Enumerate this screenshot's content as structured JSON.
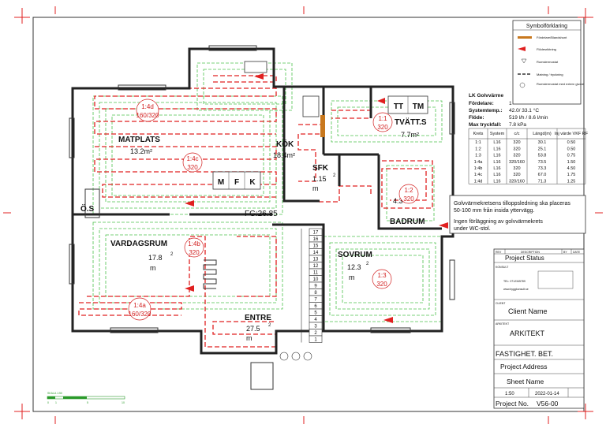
{
  "legend": {
    "title": "Symbolförklaring",
    "items": [
      "Fördelare/Blandshunt",
      "Flödesriktning",
      "Rumstermostat",
      "Matning / tryckning",
      "Rumstermostat med extern givare"
    ]
  },
  "system_info": {
    "title": "LK Golvvärme",
    "rows": [
      {
        "label": "Fördelare:",
        "value": "1"
      },
      {
        "label": "Systemtemp.:",
        "value": "42.0/ 33.1 °C"
      },
      {
        "label": "Flöde:",
        "value": "519 l/h / 8.6 l/min"
      },
      {
        "label": "Max tryckfall:",
        "value": "7.8 kPa"
      }
    ]
  },
  "circuits_table": {
    "headers": [
      "Krets",
      "System",
      "c/c",
      "Längd(m)",
      "Inj värde VKF RF"
    ],
    "rows": [
      [
        "1:1",
        "L16",
        "320",
        "30.1",
        "0.50"
      ],
      [
        "1:2",
        "L16",
        "320",
        "25.1",
        "0.50"
      ],
      [
        "1:3",
        "L16",
        "320",
        "53.8",
        "0.75"
      ],
      [
        "1:4a",
        "L16",
        "320/160",
        "73.5",
        "1.50"
      ],
      [
        "1:4b",
        "L16",
        "320",
        "73.3",
        "4.50"
      ],
      [
        "1:4c",
        "L16",
        "320",
        "67.0",
        "1.75"
      ],
      [
        "1:4d",
        "L16",
        "320/160",
        "71.3",
        "1.25"
      ]
    ]
  },
  "notes": {
    "line1": "Golvvärmekretsens tilloppsledning ska placeras",
    "line2": "50-100 mm från insida yttervägg.",
    "line3": "Ingen förläggning av golvvärmekrets",
    "line4": "under WC-stol."
  },
  "rooms": [
    {
      "name": "MATPLATS",
      "area": "13.2m²"
    },
    {
      "name": "KÖK",
      "area": "18.4m²"
    },
    {
      "name": "SFK",
      "area": "1.15"
    },
    {
      "name": "TVÄTT.S",
      "area": "7.7m²"
    },
    {
      "name": "Ö.S",
      "area": ""
    },
    {
      "name": "VARDAGSRUM",
      "area": "17.8"
    },
    {
      "name": "BADRUM",
      "area": "4.3"
    },
    {
      "name": "SOVRUM",
      "area": "12.3"
    },
    {
      "name": "ENTRE",
      "area": "27.5"
    }
  ],
  "room_extra": {
    "kok_unit": "²",
    "m": "m",
    "sq": "2",
    "fg": "FG:26.85",
    "vr_m": "m",
    "sov_m": "m",
    "entre_m": "m"
  },
  "appliances": [
    "M",
    "F",
    "K",
    "TT",
    "TM"
  ],
  "circuit_tags": [
    {
      "id": "1:4d",
      "cc": "160/320"
    },
    {
      "id": "1:4c",
      "cc": "320"
    },
    {
      "id": "1:1",
      "cc": "320"
    },
    {
      "id": "1:2",
      "cc": "320"
    },
    {
      "id": "1:4b",
      "cc": "320"
    },
    {
      "id": "1:4a",
      "cc": "160/320"
    },
    {
      "id": "1:3",
      "cc": "320"
    }
  ],
  "stairs": [
    "17",
    "16",
    "15",
    "14",
    "13",
    "12",
    "11",
    "10",
    "9",
    "8",
    "7",
    "6",
    "5",
    "4",
    "3",
    "2",
    "1"
  ],
  "title_block": {
    "rev_headers": [
      "REV",
      "DESCRIPTION",
      "BY",
      "DATE"
    ],
    "project_status": "Project Status",
    "konsult": "KONSULT",
    "tel": "TEL: 0712345789",
    "web": "www.byggkonsult.se",
    "client_label": "CLIENT",
    "client": "Client Name",
    "architect_label": "ARKITEKT",
    "architect": "ARKITEKT",
    "property": "FASTIGHET. BET.",
    "project_address": "Project Address",
    "sheet_name": "Sheet Name",
    "scale": "1:50",
    "date": "2022-01-14",
    "project_no_label": "Project No.",
    "project_no": "V56-00"
  },
  "scale_bar": {
    "label": "SKALA 1:50",
    "ticks": [
      "0",
      "1",
      "5",
      "10"
    ]
  }
}
